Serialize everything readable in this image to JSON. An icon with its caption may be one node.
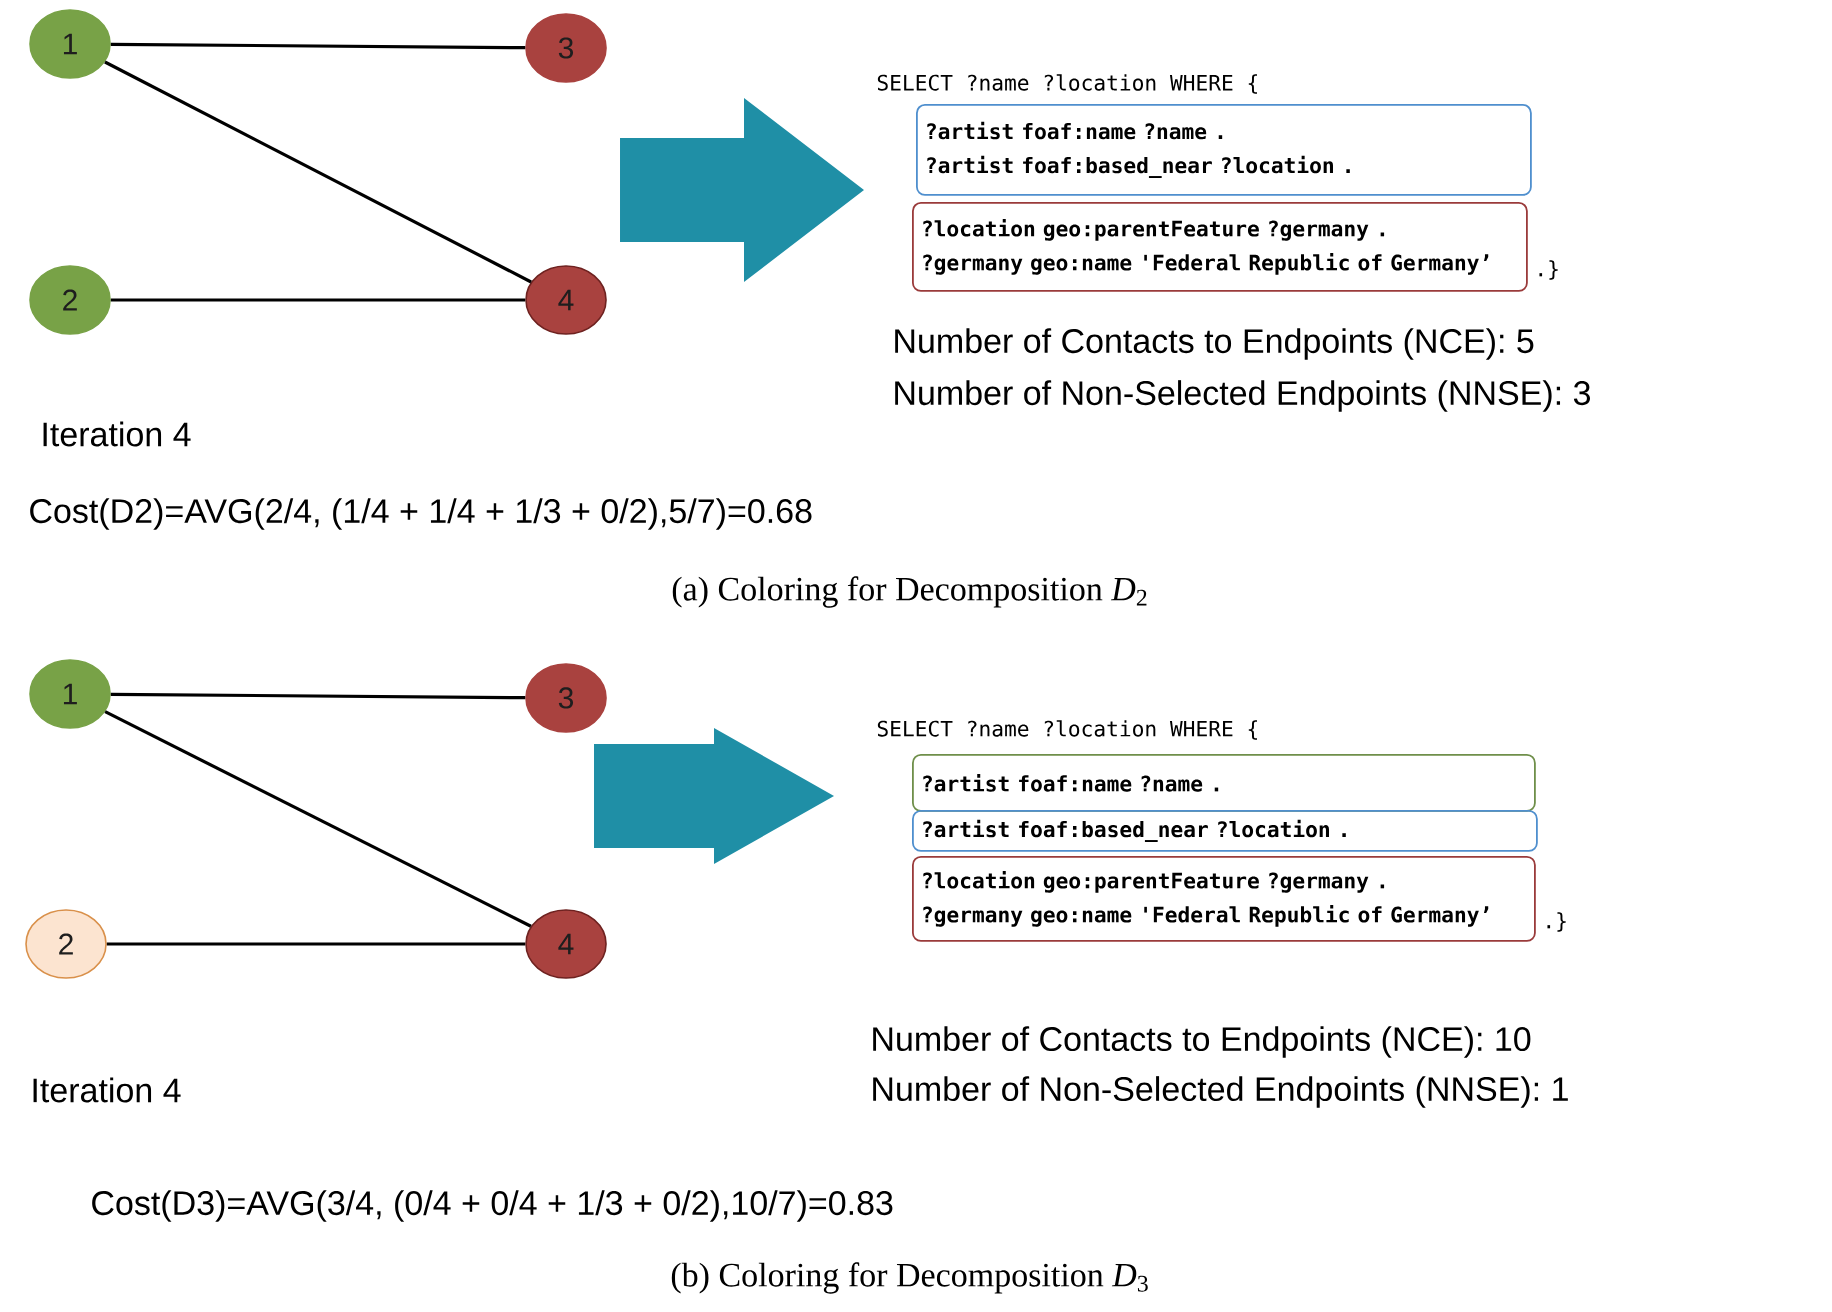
{
  "diagram": {
    "nodes": [
      {
        "text": [
          "1"
        ]
      },
      {
        "text": [
          "2"
        ]
      },
      {
        "text": [
          "3"
        ]
      },
      {
        "text": [
          "4"
        ]
      },
      {
        "text": [
          "?artist foaf:name ?name .",
          "?artist foaf:based_near ?location ."
        ]
      },
      {
        "text": [
          "?location geo:parentFeature ?germany .",
          "?germany geo:name 'Federal Republic of Germany’"
        ]
      },
      {
        "text": [
          "1"
        ]
      },
      {
        "text": [
          "2"
        ]
      },
      {
        "text": [
          "3"
        ]
      },
      {
        "text": [
          "4"
        ]
      },
      {
        "text": [
          "?artist foaf:name ?name ."
        ]
      },
      {
        "text": [
          "?artist foaf:based_near ?location ."
        ]
      },
      {
        "text": [
          "?location geo:parentFeature ?germany .",
          "?germany geo:name 'Federal Republic of Germany’"
        ]
      }
    ],
    "edges": [
      {
        "from": 0,
        "to": 2,
        "arrow": "none"
      },
      {
        "from": 0,
        "to": 3,
        "arrow": "none"
      },
      {
        "from": 1,
        "to": 3,
        "arrow": "none"
      },
      {
        "from": 6,
        "to": 8,
        "arrow": "none"
      },
      {
        "from": 6,
        "to": 9,
        "arrow": "none"
      },
      {
        "from": 7,
        "to": 9,
        "arrow": "none"
      }
    ],
    "labels": [
      "SELECT ?name ?location WHERE {",
      ".}",
      "Number of Contacts to Endpoints (NCE): 5",
      "Number of Non-Selected Endpoints (NNSE): 3",
      "Iteration 4",
      "Cost(D2)=AVG(2/4, (1/4 + 1/4 + 1/3 + 0/2),5/7)=0.68",
      "(a) Coloring for Decomposition *D*$_{2}$",
      "SELECT ?name ?location WHERE {",
      ".}",
      "Number of Contacts to Endpoints (NCE): 10",
      "Number of Non-Selected Endpoints (NNSE): 1",
      "Iteration 4",
      "Cost(D3)=AVG(3/4, (0/4 + 0/4 + 1/3 + 0/2),10/7)=0.83",
      "(b) Coloring for Decomposition *D*$_{3}$"
    ]
  }
}
